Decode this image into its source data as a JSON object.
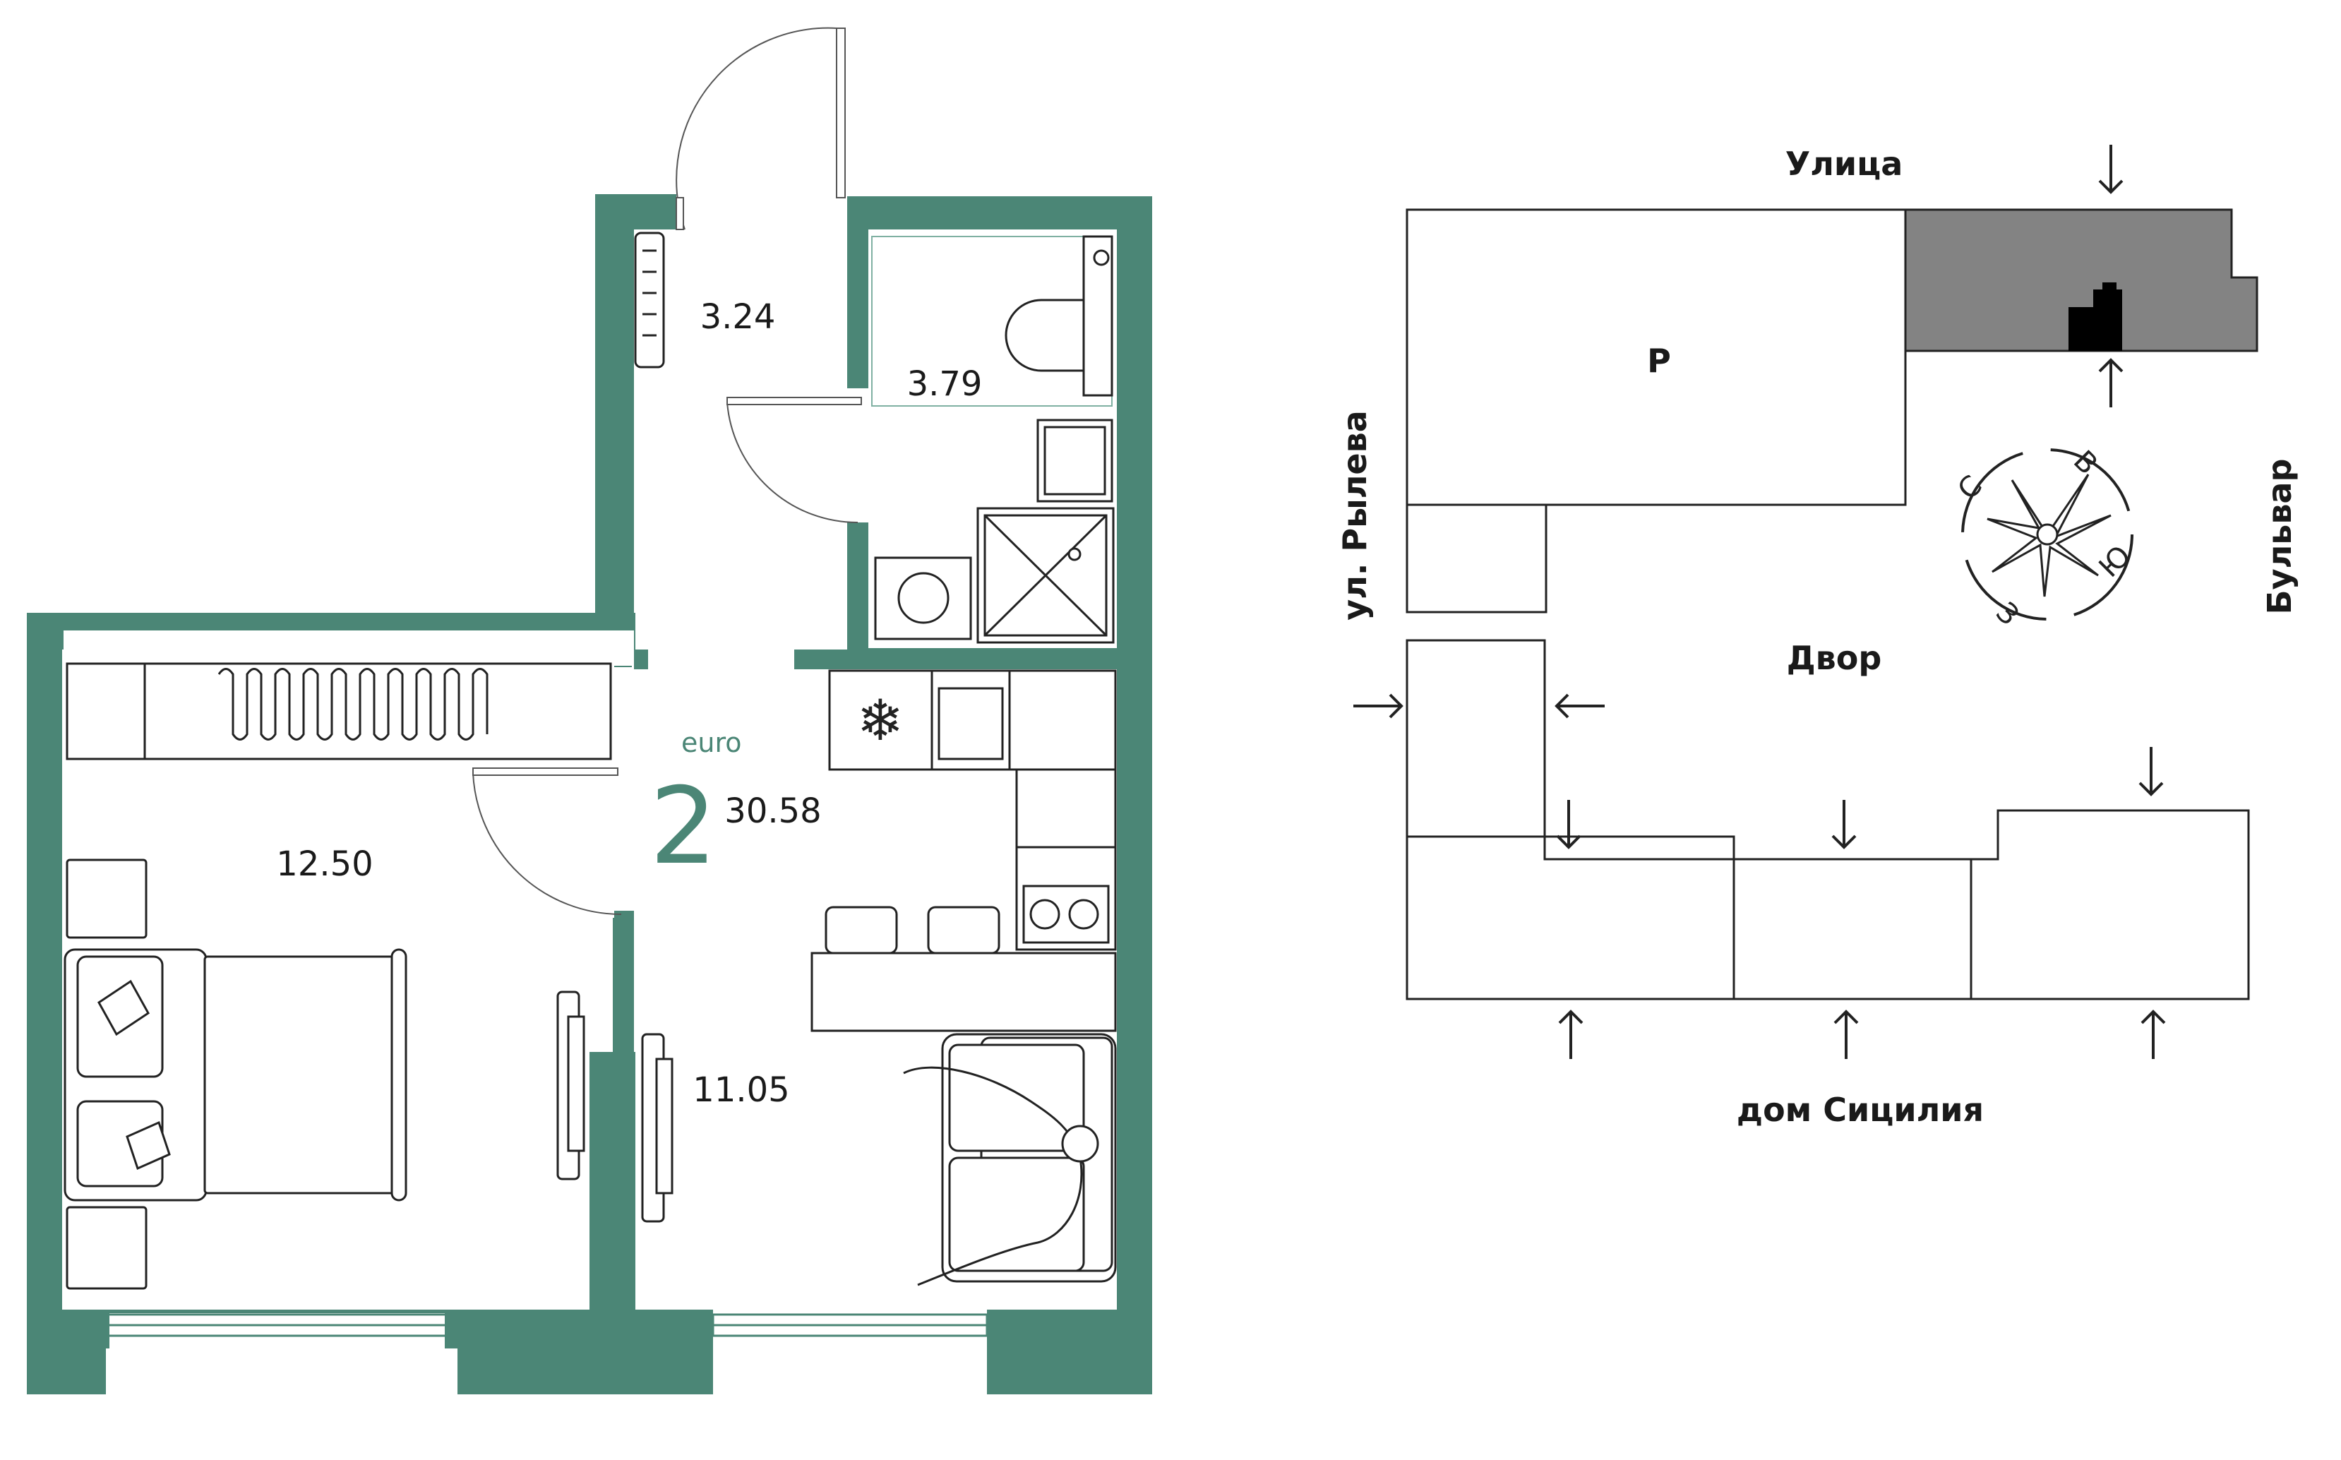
{
  "plan": {
    "type_label": "euro",
    "rooms_count": "2",
    "total_area": "30.58",
    "areas": {
      "hall": "3.24",
      "bathroom": "3.79",
      "bedroom": "12.50",
      "living_kitchen": "11.05"
    },
    "wall_color": "#4b8676"
  },
  "site": {
    "street_top": "Улица",
    "street_left": "ул. Рылева",
    "street_right": "Бульвар",
    "yard": "Двор",
    "house_bottom": "дом Сицилия",
    "building_label": "Р",
    "compass": {
      "n": "С",
      "e": "В",
      "s": "Ю",
      "w": "З"
    },
    "highlight_color": "#838383"
  }
}
